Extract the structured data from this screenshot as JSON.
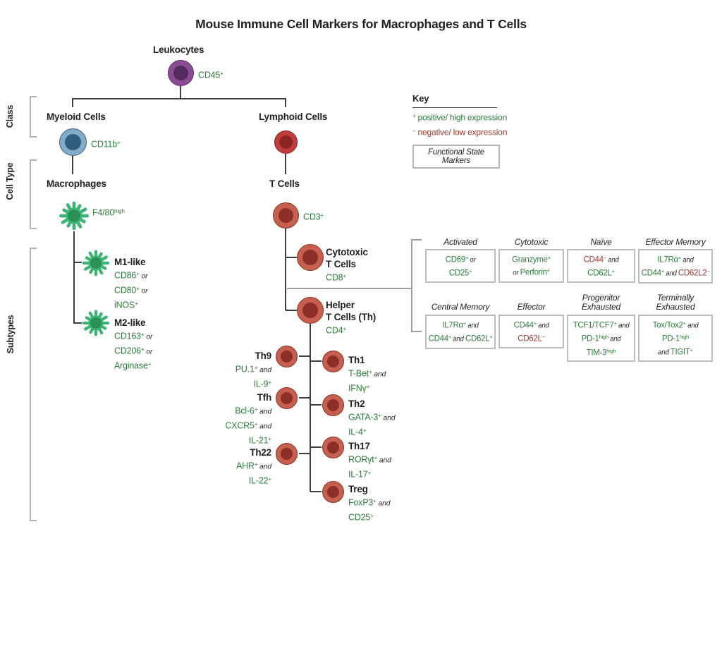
{
  "title": "Mouse Immune Cell Markers for Macrophages and T Cells",
  "colors": {
    "positive_marker": "#2E7D3B",
    "negative_marker": "#9C382E",
    "leukocyte_purple": "#8A4A94",
    "myeloid_blue": "#84ACC9",
    "lymphoid_red": "#C23C3C",
    "tcell_rust": "#C75F4E",
    "macrophage_green": "#3CB473",
    "tree_line": "#3d3d3d",
    "bracket_gray": "#b3b3b3"
  },
  "side_labels": {
    "class": "Class",
    "cell_type": "Cell Type",
    "subtypes": "Subtypes"
  },
  "key": {
    "title": "Key",
    "lines": [
      [
        {
          "t": "+",
          "s": "psup"
        },
        {
          "t": " positive/ high expression",
          "s": "pos"
        }
      ],
      [
        {
          "t": "−",
          "s": "nsup"
        },
        {
          "t": " negative/ low expression",
          "s": "neg"
        }
      ]
    ],
    "box_label": "Functional State Markers"
  },
  "tree": {
    "leukocytes": {
      "name": "Leukocytes",
      "marker": [
        {
          "t": "CD45",
          "s": "pos"
        },
        {
          "t": "+",
          "s": "psup"
        }
      ]
    },
    "myeloid": {
      "name": "Myeloid Cells",
      "marker": [
        {
          "t": "CD11b",
          "s": "pos"
        },
        {
          "t": "+",
          "s": "psup"
        }
      ]
    },
    "lymphoid": {
      "name": "Lymphoid Cells"
    },
    "macrophages": {
      "name": "Macrophages",
      "marker": [
        {
          "t": "F4/80",
          "s": "pos"
        },
        {
          "t": "high",
          "s": "psup"
        }
      ]
    },
    "tcells": {
      "name": "T Cells",
      "marker": [
        {
          "t": "CD3",
          "s": "pos"
        },
        {
          "t": "+",
          "s": "psup"
        }
      ]
    },
    "m1": {
      "name": "M1-like",
      "lines": [
        [
          {
            "t": "CD86",
            "s": "pos"
          },
          {
            "t": "+",
            "s": "psup"
          },
          {
            "t": " or",
            "s": "conj"
          }
        ],
        [
          {
            "t": "CD80",
            "s": "pos"
          },
          {
            "t": "+",
            "s": "psup"
          },
          {
            "t": " or",
            "s": "conj"
          }
        ],
        [
          {
            "t": "iNOS",
            "s": "pos"
          },
          {
            "t": "+",
            "s": "psup"
          }
        ]
      ]
    },
    "m2": {
      "name": "M2-like",
      "lines": [
        [
          {
            "t": "CD163",
            "s": "pos"
          },
          {
            "t": "+",
            "s": "psup"
          },
          {
            "t": " or",
            "s": "conj"
          }
        ],
        [
          {
            "t": "CD206",
            "s": "pos"
          },
          {
            "t": "+",
            "s": "psup"
          },
          {
            "t": " or",
            "s": "conj"
          }
        ],
        [
          {
            "t": "Arginase",
            "s": "pos"
          },
          {
            "t": "+",
            "s": "psup"
          }
        ]
      ]
    },
    "cytotoxic": {
      "name_line1": "Cytotoxic",
      "name_line2": "T Cells",
      "marker": [
        {
          "t": "CD8",
          "s": "pos"
        },
        {
          "t": "+",
          "s": "psup"
        }
      ]
    },
    "helper": {
      "name_line1": "Helper",
      "name_line2": "T Cells (Th)",
      "marker": [
        {
          "t": "CD4",
          "s": "pos"
        },
        {
          "t": "+",
          "s": "psup"
        }
      ]
    },
    "th_left": [
      {
        "name": "Th9",
        "lines": [
          [
            {
              "t": "PU.1",
              "s": "pos"
            },
            {
              "t": "+",
              "s": "psup"
            },
            {
              "t": " and",
              "s": "conj"
            }
          ],
          [
            {
              "t": "IL-9",
              "s": "pos"
            },
            {
              "t": "+",
              "s": "psup"
            }
          ]
        ]
      },
      {
        "name": "Tfh",
        "lines": [
          [
            {
              "t": "Bcl-6",
              "s": "pos"
            },
            {
              "t": "+",
              "s": "psup"
            },
            {
              "t": " and",
              "s": "conj"
            }
          ],
          [
            {
              "t": "CXCR5",
              "s": "pos"
            },
            {
              "t": "+",
              "s": "psup"
            },
            {
              "t": " and",
              "s": "conj"
            }
          ],
          [
            {
              "t": "IL-21",
              "s": "pos"
            },
            {
              "t": "+",
              "s": "psup"
            }
          ]
        ]
      },
      {
        "name": "Th22",
        "lines": [
          [
            {
              "t": "AHR",
              "s": "pos"
            },
            {
              "t": "+",
              "s": "psup"
            },
            {
              "t": " and",
              "s": "conj"
            }
          ],
          [
            {
              "t": "IL-22",
              "s": "pos"
            },
            {
              "t": "+",
              "s": "psup"
            }
          ]
        ]
      }
    ],
    "th_right": [
      {
        "name": "Th1",
        "lines": [
          [
            {
              "t": "T-Bet",
              "s": "pos"
            },
            {
              "t": "+",
              "s": "psup"
            },
            {
              "t": " and",
              "s": "conj"
            }
          ],
          [
            {
              "t": "IFNγ",
              "s": "pos"
            },
            {
              "t": "+",
              "s": "psup"
            }
          ]
        ]
      },
      {
        "name": "Th2",
        "lines": [
          [
            {
              "t": "GATA-3",
              "s": "pos"
            },
            {
              "t": "+",
              "s": "psup"
            },
            {
              "t": " and",
              "s": "conj"
            }
          ],
          [
            {
              "t": "IL-4",
              "s": "pos"
            },
            {
              "t": "+",
              "s": "psup"
            }
          ]
        ]
      },
      {
        "name": "Th17",
        "lines": [
          [
            {
              "t": "RORγt",
              "s": "pos"
            },
            {
              "t": "+",
              "s": "psup"
            },
            {
              "t": " and",
              "s": "conj"
            }
          ],
          [
            {
              "t": "IL-17",
              "s": "pos"
            },
            {
              "t": "+",
              "s": "psup"
            }
          ]
        ]
      },
      {
        "name": "Treg",
        "lines": [
          [
            {
              "t": "FoxP3",
              "s": "pos"
            },
            {
              "t": "+",
              "s": "psup"
            },
            {
              "t": " and",
              "s": "conj"
            }
          ],
          [
            {
              "t": "CD25",
              "s": "pos"
            },
            {
              "t": "+",
              "s": "psup"
            }
          ]
        ]
      }
    ]
  },
  "functional_states": [
    {
      "label": "Activated",
      "lines": [
        [
          {
            "t": "CD69",
            "s": "pos"
          },
          {
            "t": "+",
            "s": "psup"
          },
          {
            "t": " or",
            "s": "conj"
          }
        ],
        [
          {
            "t": "CD25",
            "s": "pos"
          },
          {
            "t": "+",
            "s": "psup"
          }
        ]
      ]
    },
    {
      "label": "Cytotoxic",
      "lines": [
        [
          {
            "t": "Granzyme",
            "s": "pos"
          },
          {
            "t": "+",
            "s": "psup"
          }
        ],
        [
          {
            "t": "or ",
            "s": "conj"
          },
          {
            "t": "Perforin",
            "s": "pos"
          },
          {
            "t": "+",
            "s": "psup"
          }
        ]
      ]
    },
    {
      "label": "Naïve",
      "lines": [
        [
          {
            "t": "CD44",
            "s": "neg"
          },
          {
            "t": "−",
            "s": "nsup"
          },
          {
            "t": " and",
            "s": "conj"
          }
        ],
        [
          {
            "t": "CD62L",
            "s": "pos"
          },
          {
            "t": "+",
            "s": "psup"
          }
        ]
      ]
    },
    {
      "label": "Effector Memory",
      "lines": [
        [
          {
            "t": "IL7Rα",
            "s": "pos"
          },
          {
            "t": "+",
            "s": "psup"
          },
          {
            "t": " and",
            "s": "conj"
          }
        ],
        [
          {
            "t": "CD44",
            "s": "pos"
          },
          {
            "t": "+",
            "s": "psup"
          },
          {
            "t": " and ",
            "s": "conj"
          },
          {
            "t": "CD62L2",
            "s": "neg"
          },
          {
            "t": "−",
            "s": "nsup"
          }
        ]
      ]
    },
    {
      "label": "Central Memory",
      "lines": [
        [
          {
            "t": "IL7Rα",
            "s": "pos"
          },
          {
            "t": "+",
            "s": "psup"
          },
          {
            "t": " and",
            "s": "conj"
          }
        ],
        [
          {
            "t": "CD44",
            "s": "pos"
          },
          {
            "t": "+",
            "s": "psup"
          },
          {
            "t": " and ",
            "s": "conj"
          },
          {
            "t": "CD62L",
            "s": "pos"
          },
          {
            "t": "+",
            "s": "psup"
          }
        ]
      ]
    },
    {
      "label": "Effector",
      "lines": [
        [
          {
            "t": "CD44",
            "s": "pos"
          },
          {
            "t": "+",
            "s": "psup"
          },
          {
            "t": " and",
            "s": "conj"
          }
        ],
        [
          {
            "t": "CD62L",
            "s": "neg"
          },
          {
            "t": "−",
            "s": "nsup"
          }
        ]
      ]
    },
    {
      "label": "Progenitor\nExhausted",
      "lines": [
        [
          {
            "t": "TCF1/TCF7",
            "s": "pos"
          },
          {
            "t": "+",
            "s": "psup"
          },
          {
            "t": " and",
            "s": "conj"
          }
        ],
        [
          {
            "t": "PD-1",
            "s": "pos"
          },
          {
            "t": "high",
            "s": "psup"
          },
          {
            "t": " and",
            "s": "conj"
          }
        ],
        [
          {
            "t": "TIM-3",
            "s": "pos"
          },
          {
            "t": "high",
            "s": "psup"
          }
        ]
      ]
    },
    {
      "label": "Terminally\nExhausted",
      "lines": [
        [
          {
            "t": "Tox/Tox2",
            "s": "pos"
          },
          {
            "t": "+",
            "s": "psup"
          },
          {
            "t": " and",
            "s": "conj"
          }
        ],
        [
          {
            "t": "PD-1",
            "s": "pos"
          },
          {
            "t": "high",
            "s": "psup"
          }
        ],
        [
          {
            "t": "and ",
            "s": "conj"
          },
          {
            "t": "TIGIT",
            "s": "pos"
          },
          {
            "t": "+",
            "s": "psup"
          }
        ]
      ]
    }
  ]
}
